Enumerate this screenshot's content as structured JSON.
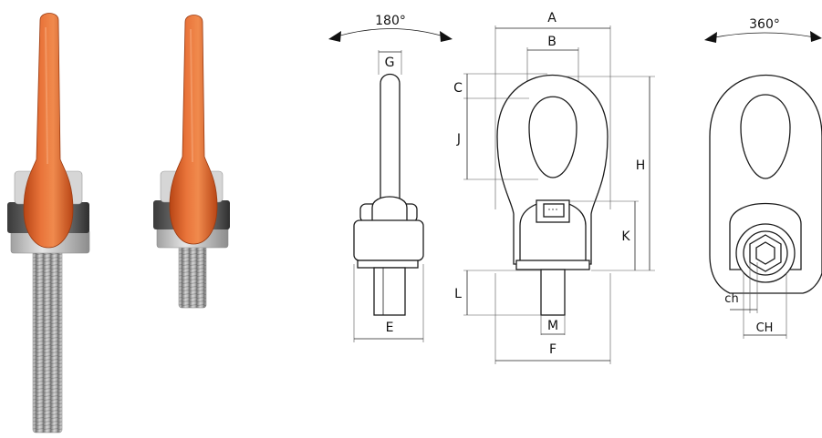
{
  "rotation_labels": {
    "side": "180°",
    "back": "360°"
  },
  "dimension_labels": {
    "A": "A",
    "B": "B",
    "C": "C",
    "E": "E",
    "F": "F",
    "G": "G",
    "H": "H",
    "J": "J",
    "K": "K",
    "L": "L",
    "M": "M",
    "ch": "ch",
    "CH": "CH"
  },
  "colors": {
    "handle_orange": "#e0662a",
    "metal_grey": "#a9a9a9",
    "dark_grey": "#4a4a4a",
    "line": "#1b1b1b"
  },
  "photo_products": [
    "eye-bolt-long-thread",
    "eye-bolt-short-thread"
  ]
}
